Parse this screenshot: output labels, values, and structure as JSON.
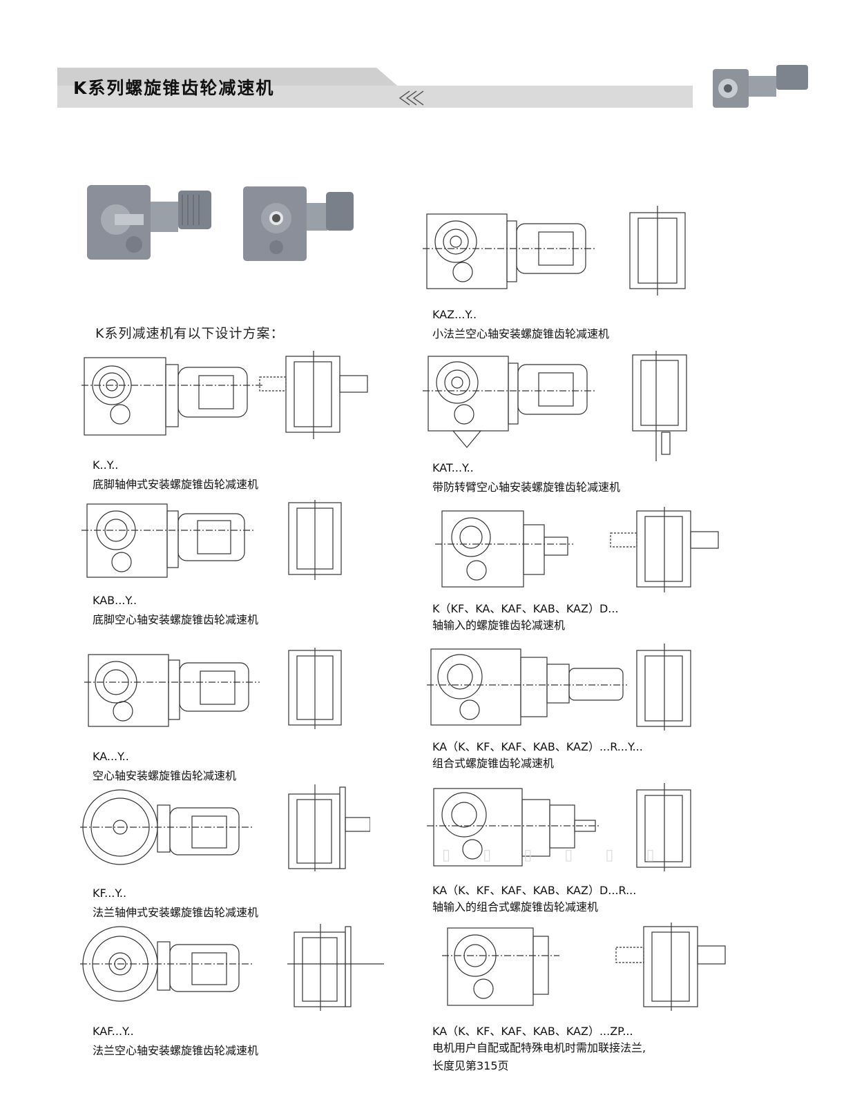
{
  "header": {
    "title": "K系列螺旋锥齿轮减速机"
  },
  "intro": "K系列减速机有以下设计方案：",
  "products": [
    {
      "code": "K..Y..",
      "desc": "底脚轴伸式安装螺旋锥齿轮减速机"
    },
    {
      "code": "KAB...Y..",
      "desc": "底脚空心轴安装螺旋锥齿轮减速机"
    },
    {
      "code": "KA...Y..",
      "desc": "空心轴安装螺旋锥齿轮减速机"
    },
    {
      "code": "KF...Y..",
      "desc": "法兰轴伸式安装螺旋锥齿轮减速机"
    },
    {
      "code": "KAF...Y..",
      "desc": "法兰空心轴安装螺旋锥齿轮减速机"
    },
    {
      "code": "KAZ...Y..",
      "desc": "小法兰空心轴安装螺旋锥齿轮减速机"
    },
    {
      "code": "KAT...Y..",
      "desc": "带防转臂空心轴安装螺旋锥齿轮减速机"
    },
    {
      "code": "K（KF、KA、KAF、KAB、KAZ）D...",
      "desc": "轴输入的螺旋锥齿轮减速机"
    },
    {
      "code": "KA（K、KF、KAF、KAB、KAZ）...R...Y...",
      "desc": "组合式螺旋锥齿轮减速机"
    },
    {
      "code": "KA（K、KF、KAF、KAB、KAZ）D...R...",
      "desc": "轴输入的组合式螺旋锥齿轮减速机"
    },
    {
      "code": "KA（K、KF、KAF、KAB、KAZ）...ZP...",
      "desc": "电机用户自配或配特殊电机时需加联接法兰,",
      "desc2": "长度见第315页"
    }
  ],
  "colors": {
    "header_bar": "#d9d9d9",
    "header_accent": "#b5b5b5",
    "line": "#333333",
    "photo": "#8a8f99"
  }
}
